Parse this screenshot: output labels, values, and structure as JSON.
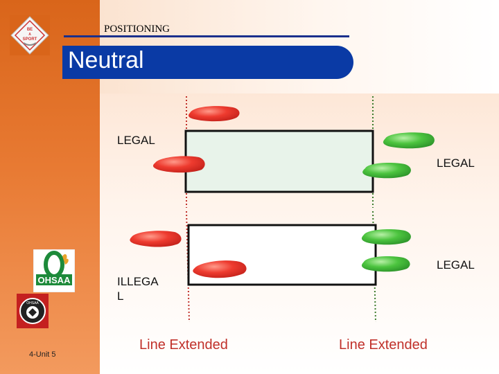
{
  "slide": {
    "section_label": "POSITIONING",
    "title": "Neutral",
    "unit_label": "4-Unit 5"
  },
  "diagram": {
    "labels": {
      "legal_top_left": "LEGAL",
      "legal_top_right": "LEGAL",
      "legal_bottom_right": "LEGAL",
      "illegal_bottom_left": "ILLEGA\nL"
    },
    "line_extended_left": "Line Extended",
    "line_extended_right": "Line Extended"
  },
  "logos": {
    "top_logo_text": "BE A SPORT",
    "ohsaa_text": "OHSAA",
    "seal_text": "OHSAA"
  },
  "colors": {
    "title_bar": "#0a3aa5",
    "sidebar": "#e87a33",
    "red_foot": "#e8312a",
    "green_foot": "#3fb83a",
    "line_extended_text": "#c0302a"
  }
}
